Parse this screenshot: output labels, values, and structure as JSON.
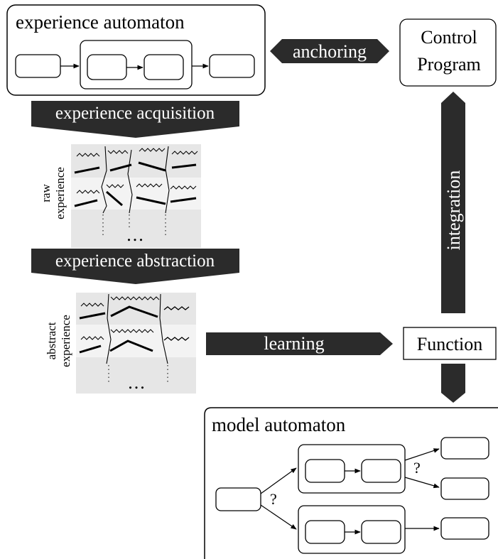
{
  "experience_automaton": {
    "title": "experience automaton"
  },
  "model_automaton": {
    "title": "model automaton",
    "question_marks": [
      "?",
      "?"
    ]
  },
  "control_program": {
    "line1": "Control",
    "line2": "Program"
  },
  "function_box": {
    "label": "Function"
  },
  "arrows": {
    "anchoring": "anchoring",
    "experience_acquisition": "experience acquisition",
    "experience_abstraction": "experience abstraction",
    "integration": "integration",
    "learning": "learning"
  },
  "raw_experience": {
    "label_line1": "raw",
    "label_line2": "experience",
    "ellipsis": "..."
  },
  "abstract_experience": {
    "label_line1": "abstract",
    "label_line2": "experience",
    "ellipsis": "..."
  },
  "colors": {
    "dark_arrow": "#2b2b2b",
    "panel_bg": "#e6e6e6",
    "panel_band": "#f3f3f3",
    "line": "#000000"
  }
}
